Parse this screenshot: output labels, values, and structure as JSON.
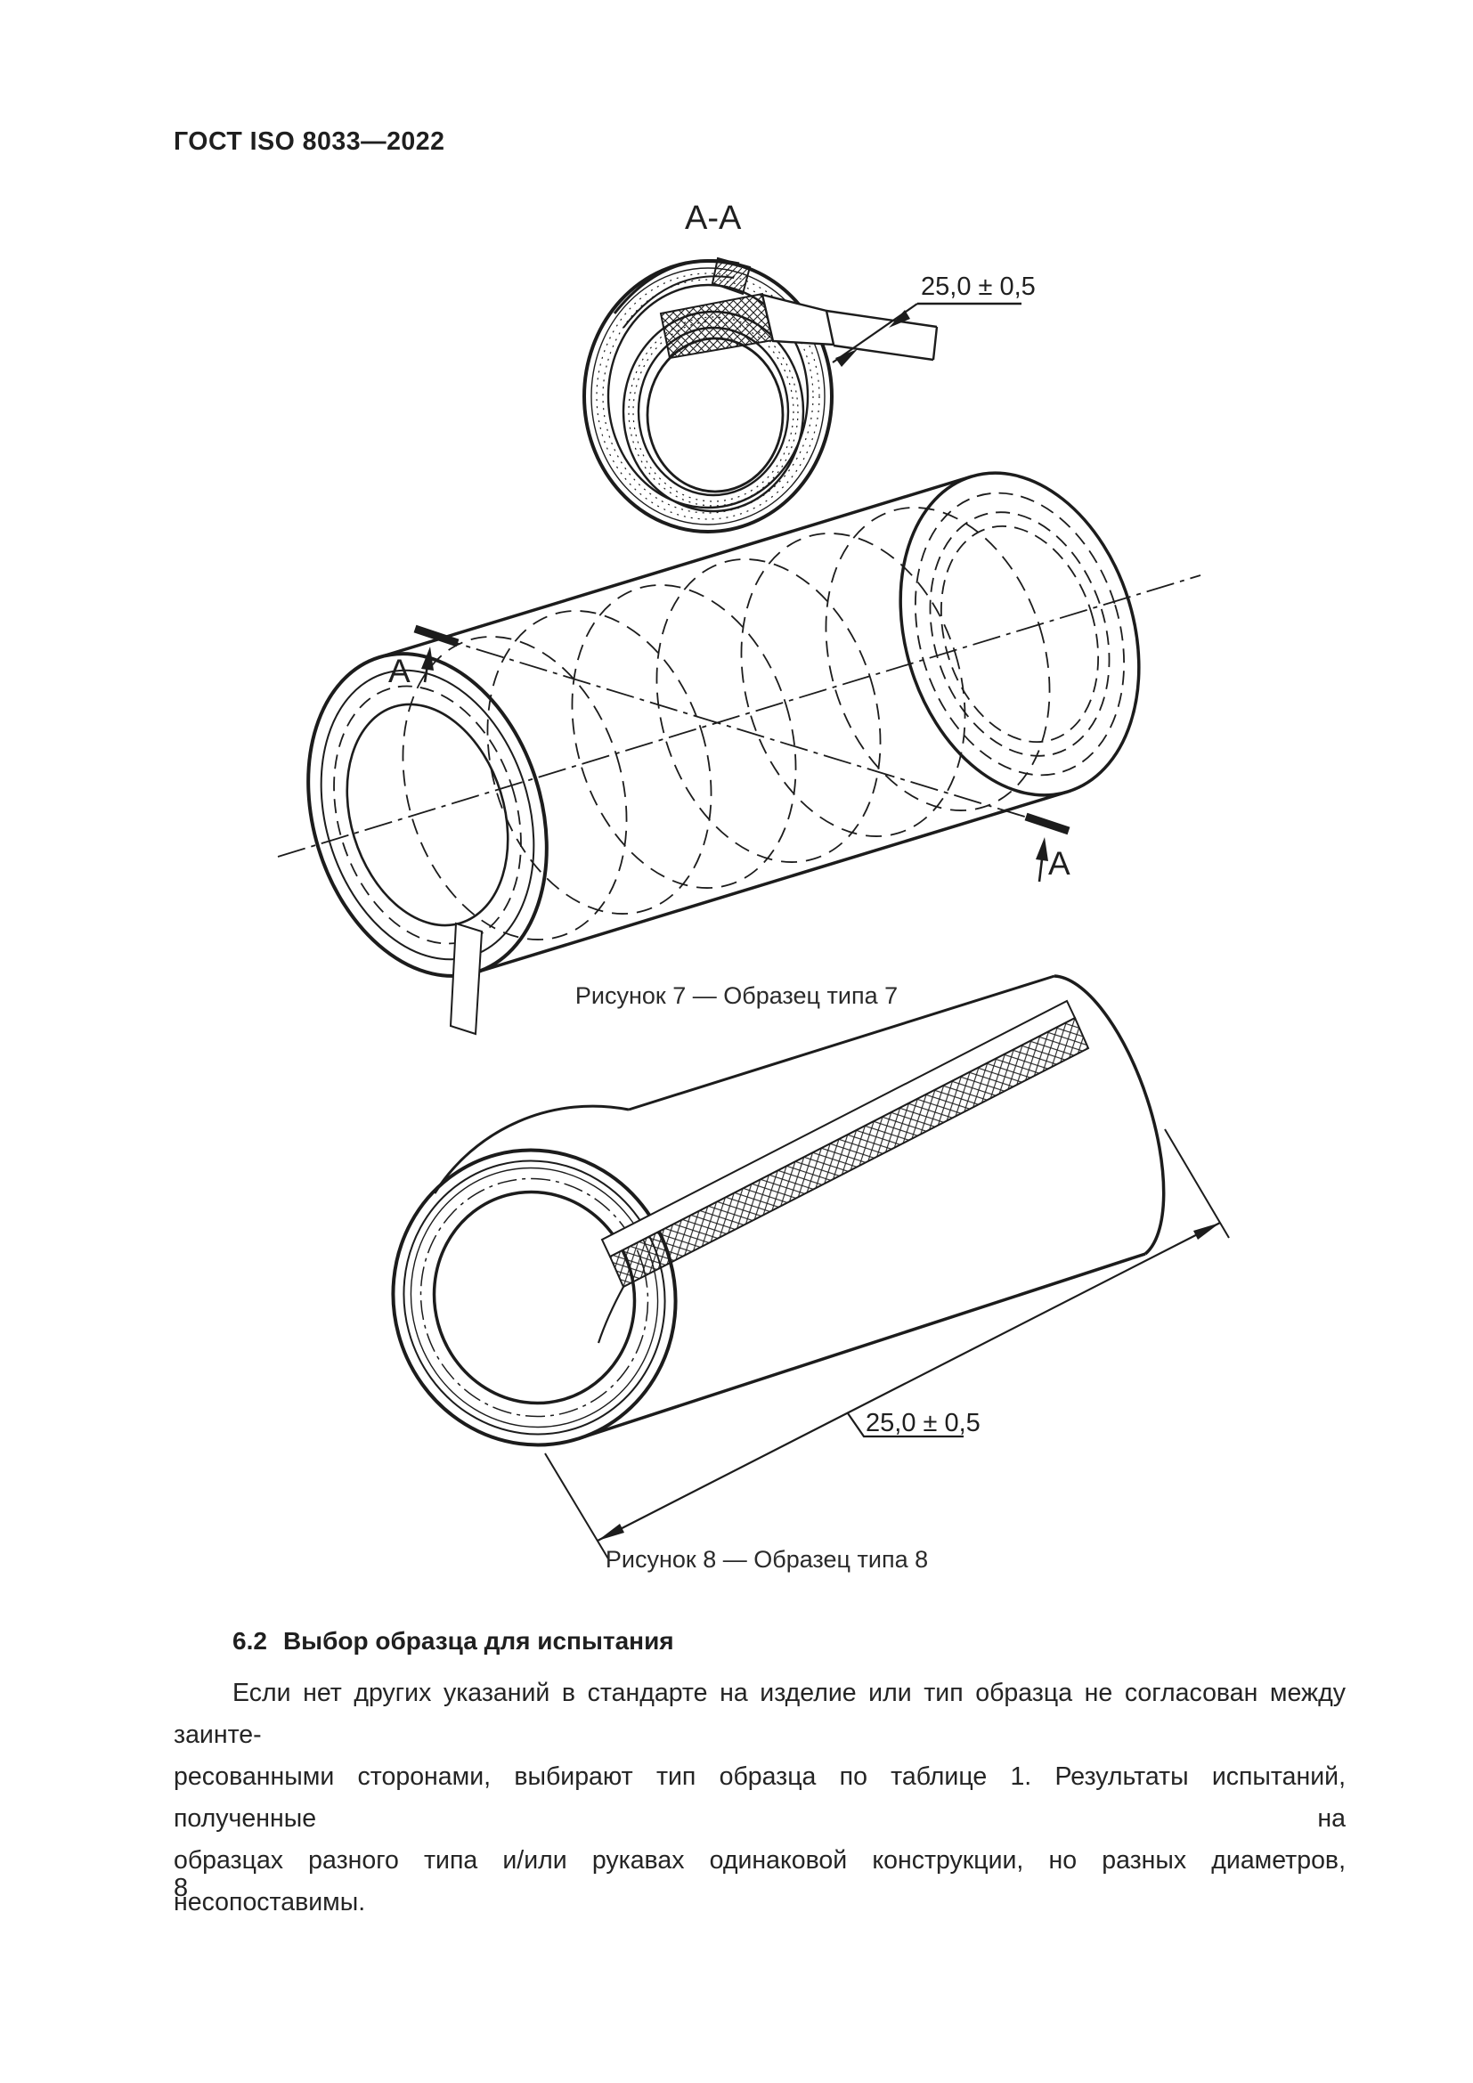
{
  "page": {
    "header": "ГОСТ ISO 8033—2022",
    "page_number": "8"
  },
  "figure_aa": {
    "section_view_label": "А-А",
    "dimension": "25,0 ± 0,5"
  },
  "figure7": {
    "cut_label_left": "А",
    "cut_label_right": "А",
    "caption": "Рисунок 7 — Образец типа 7"
  },
  "figure8": {
    "dimension": "25,0 ± 0,5",
    "caption": "Рисунок 8 — Образец типа 8"
  },
  "section": {
    "heading_number": "6.2",
    "heading_title": "Выбор образца для испытания",
    "paragraph_lines": [
      "Если нет других указаний в стандарте на изделие или тип образца не согласован между заинте-",
      "ресованными сторонами, выбирают тип образца по таблице 1. Результаты испытаний, полученные на",
      "образцах разного типа и/или рукавах одинаковой конструкции, но разных диаметров, несопоставимы."
    ]
  }
}
